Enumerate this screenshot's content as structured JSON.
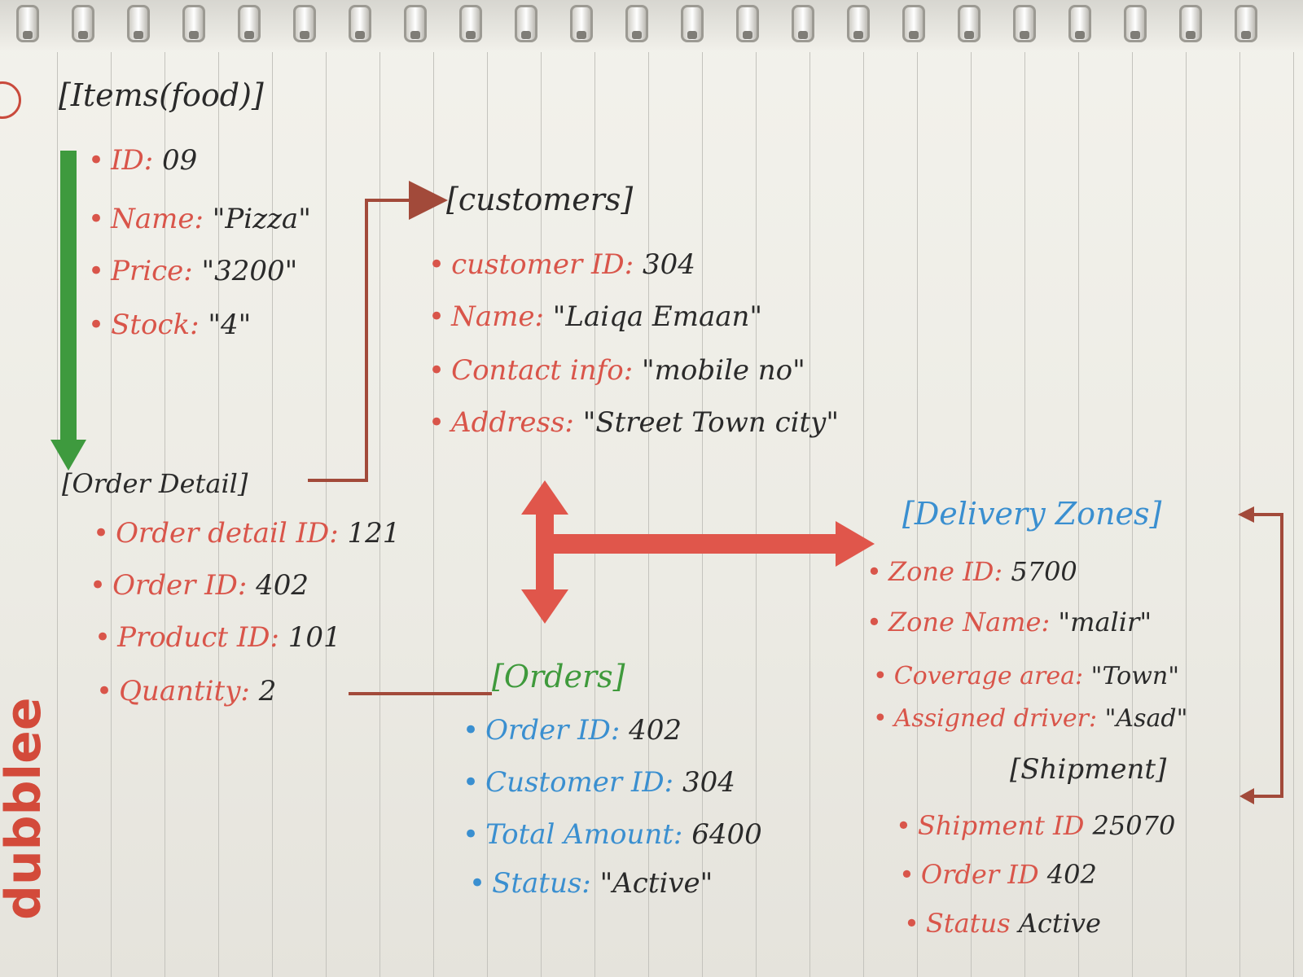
{
  "colors": {
    "title_ink": "#2a2a2a",
    "red_ink": "#d9554a",
    "blue_ink": "#3a8fd0",
    "green_ink": "#3f9a3c",
    "brown_ink": "#a24a3a",
    "paper": "#efeee8"
  },
  "items": {
    "title": "[Items(food)]",
    "fields": [
      {
        "label": "ID:",
        "value": "09"
      },
      {
        "label": "Name:",
        "value": "\"Pizza\""
      },
      {
        "label": "Price:",
        "value": "\"3200\""
      },
      {
        "label": "Stock:",
        "value": "\"4\""
      }
    ]
  },
  "customers": {
    "title": "[customers]",
    "fields": [
      {
        "label": "customer ID:",
        "value": "304"
      },
      {
        "label": "Name:",
        "value": "\"Laiqa Emaan\""
      },
      {
        "label": "Contact info:",
        "value": "\"mobile no\""
      },
      {
        "label": "Address:",
        "value": "\"Street Town city\""
      }
    ]
  },
  "order_detail": {
    "title": "[Order Detail]",
    "fields": [
      {
        "label": "Order detail ID:",
        "value": "121"
      },
      {
        "label": "Order ID:",
        "value": "402"
      },
      {
        "label": "Product ID:",
        "value": "101"
      },
      {
        "label": "Quantity:",
        "value": "2"
      }
    ]
  },
  "orders": {
    "title": "[Orders]",
    "fields": [
      {
        "label": "Order ID:",
        "value": "402"
      },
      {
        "label": "Customer ID:",
        "value": "304"
      },
      {
        "label": "Total Amount:",
        "value": "6400"
      },
      {
        "label": "Status:",
        "value": "\"Active\""
      }
    ]
  },
  "delivery_zones": {
    "title": "[Delivery Zones]",
    "fields": [
      {
        "label": "Zone ID:",
        "value": "5700"
      },
      {
        "label": "Zone Name:",
        "value": "\"malir\""
      },
      {
        "label": "Coverage area:",
        "value": "\"Town\""
      },
      {
        "label": "Assigned driver:",
        "value": "\"Asad\""
      }
    ]
  },
  "shipment": {
    "title": "[Shipment]",
    "fields": [
      {
        "label": "Shipment ID",
        "value": "25070"
      },
      {
        "label": "Order ID",
        "value": "402"
      },
      {
        "label": "Status",
        "value": "Active"
      }
    ]
  },
  "logo": {
    "text": "dubbleе"
  }
}
